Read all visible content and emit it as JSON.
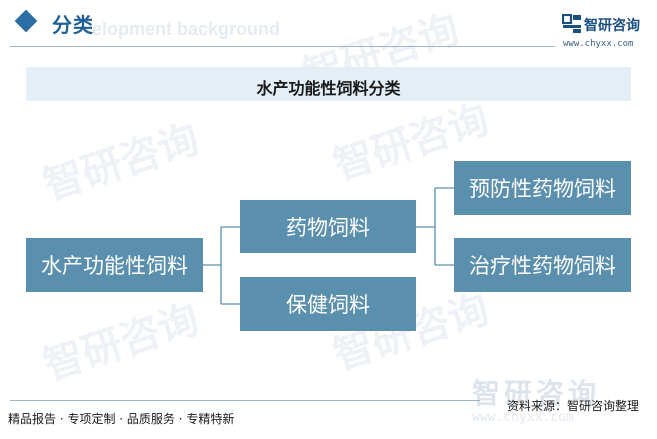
{
  "header": {
    "title": "分类",
    "watermark_text": "elopment background"
  },
  "brand": {
    "name": "智研咨询",
    "url": "www.chyxx.com",
    "color": "#1b4f80"
  },
  "diagram": {
    "title": "水产功能性饲料分类",
    "root": "水产功能性饲料",
    "children": [
      {
        "label": "药物饲料",
        "children": [
          "预防性药物饲料",
          "治疗性药物饲料"
        ]
      },
      {
        "label": "保健饲料",
        "children": []
      }
    ],
    "box_color": "#5b8fae",
    "band_color": "#e3eef7"
  },
  "watermark": {
    "text": "智研咨询",
    "url": "www.chyxx.com"
  },
  "footer": {
    "tagline": "精品报告 · 专项定制 · 品质服务 · 专精特新",
    "source": "资料来源：智研咨询整理"
  }
}
